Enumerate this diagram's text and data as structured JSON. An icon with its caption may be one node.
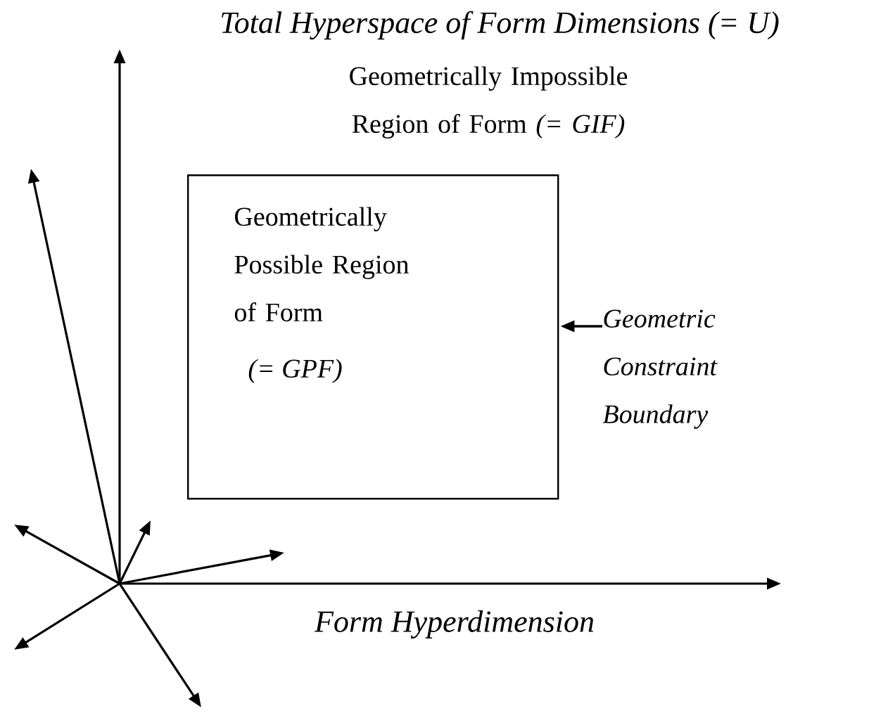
{
  "diagram": {
    "nodes": [
      {
        "text": [
          "Geometrically Possible Region of Form",
          "(= GPF)"
        ]
      },
      {
        "text": [
          "Geometric Constraint Boundary"
        ]
      }
    ],
    "edges": [
      {
        "from": 1,
        "to": 0,
        "arrow": "to"
      }
    ],
    "labels": [
      "Total Hyperspace of Form Dimensions (= U)",
      "Geometrically Impossible Region of Form *(= GIF)*",
      "Form Hyperdimension"
    ]
  }
}
